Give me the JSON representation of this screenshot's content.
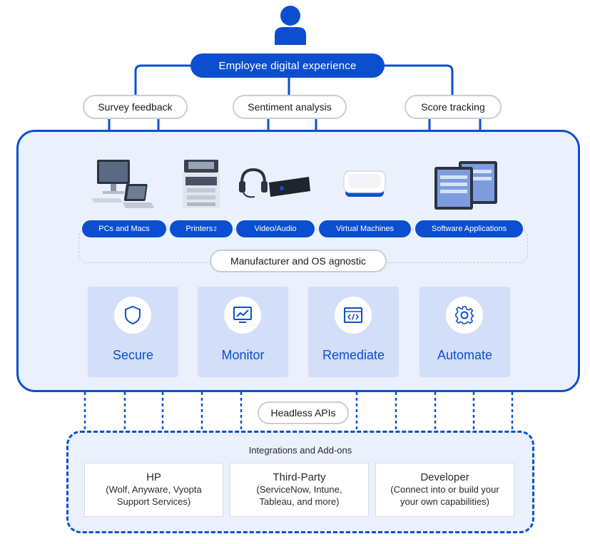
{
  "top": {
    "title": "Employee digital experience",
    "feedback": [
      "Survey feedback",
      "Sentiment analysis",
      "Score tracking"
    ]
  },
  "devices": [
    {
      "label": "PCs and Macs",
      "icon": "pc-and-laptop-icon"
    },
    {
      "label": "Printers",
      "sup": "2",
      "icon": "printer-icon"
    },
    {
      "label": "Video/Audio",
      "icon": "headset-and-soundbar-icon"
    },
    {
      "label": "Virtual Machines",
      "icon": "virtual-machine-icon"
    },
    {
      "label": "Software Applications",
      "icon": "software-windows-icon"
    }
  ],
  "agnostic_label": "Manufacturer and OS agnostic",
  "capabilities": [
    {
      "label": "Secure",
      "icon": "shield-icon"
    },
    {
      "label": "Monitor",
      "icon": "monitor-chart-icon"
    },
    {
      "label": "Remediate",
      "icon": "code-window-icon"
    },
    {
      "label": "Automate",
      "icon": "gear-icon"
    }
  ],
  "api_label": "Headless APIs",
  "integrations": {
    "title": "Integrations and Add-ons",
    "cards": [
      {
        "title": "HP",
        "lines": [
          "(Wolf, Anyware, Vyopta",
          "Support Services)"
        ]
      },
      {
        "title": "Third-Party",
        "lines": [
          "(ServiceNow, Intune,",
          "Tableau, and more)"
        ]
      },
      {
        "title": "Developer",
        "lines": [
          "(Connect into or build your",
          "your own capabilities)"
        ]
      }
    ]
  },
  "colors": {
    "brand_blue": "#0b4fd0",
    "panel_bg": "#eaf0fc",
    "card_bg": "#d3def8"
  }
}
